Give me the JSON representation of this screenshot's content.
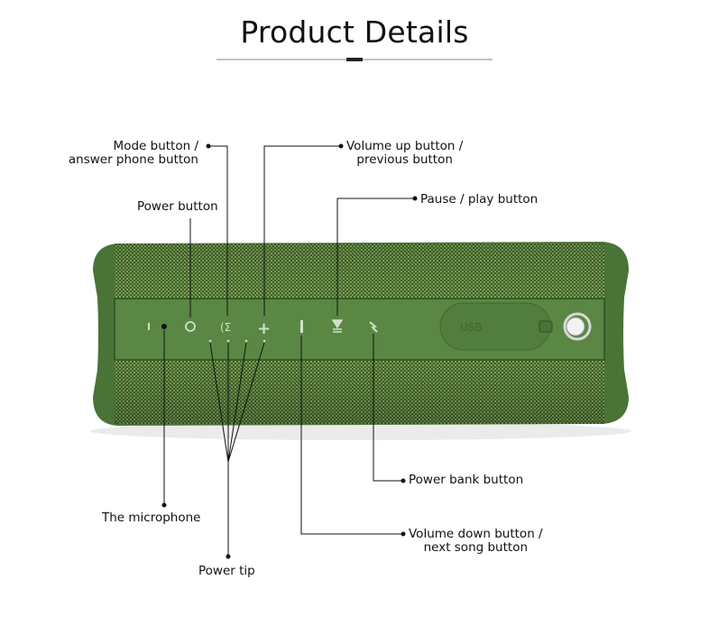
{
  "title": "Product Details",
  "speaker": {
    "usb_label": "USB",
    "body_color": "#4f7a3c",
    "band_color": "#5a8744"
  },
  "callouts": {
    "mode": [
      "Mode button /",
      "answer phone button"
    ],
    "power": "Power button",
    "volume_up": [
      "Volume up button /",
      "previous button"
    ],
    "pause": "Pause / play button",
    "microphone": "The microphone",
    "power_tip": "Power tip",
    "power_bank": "Power bank button",
    "volume_down": [
      "Volume down button /",
      "next song button"
    ]
  }
}
